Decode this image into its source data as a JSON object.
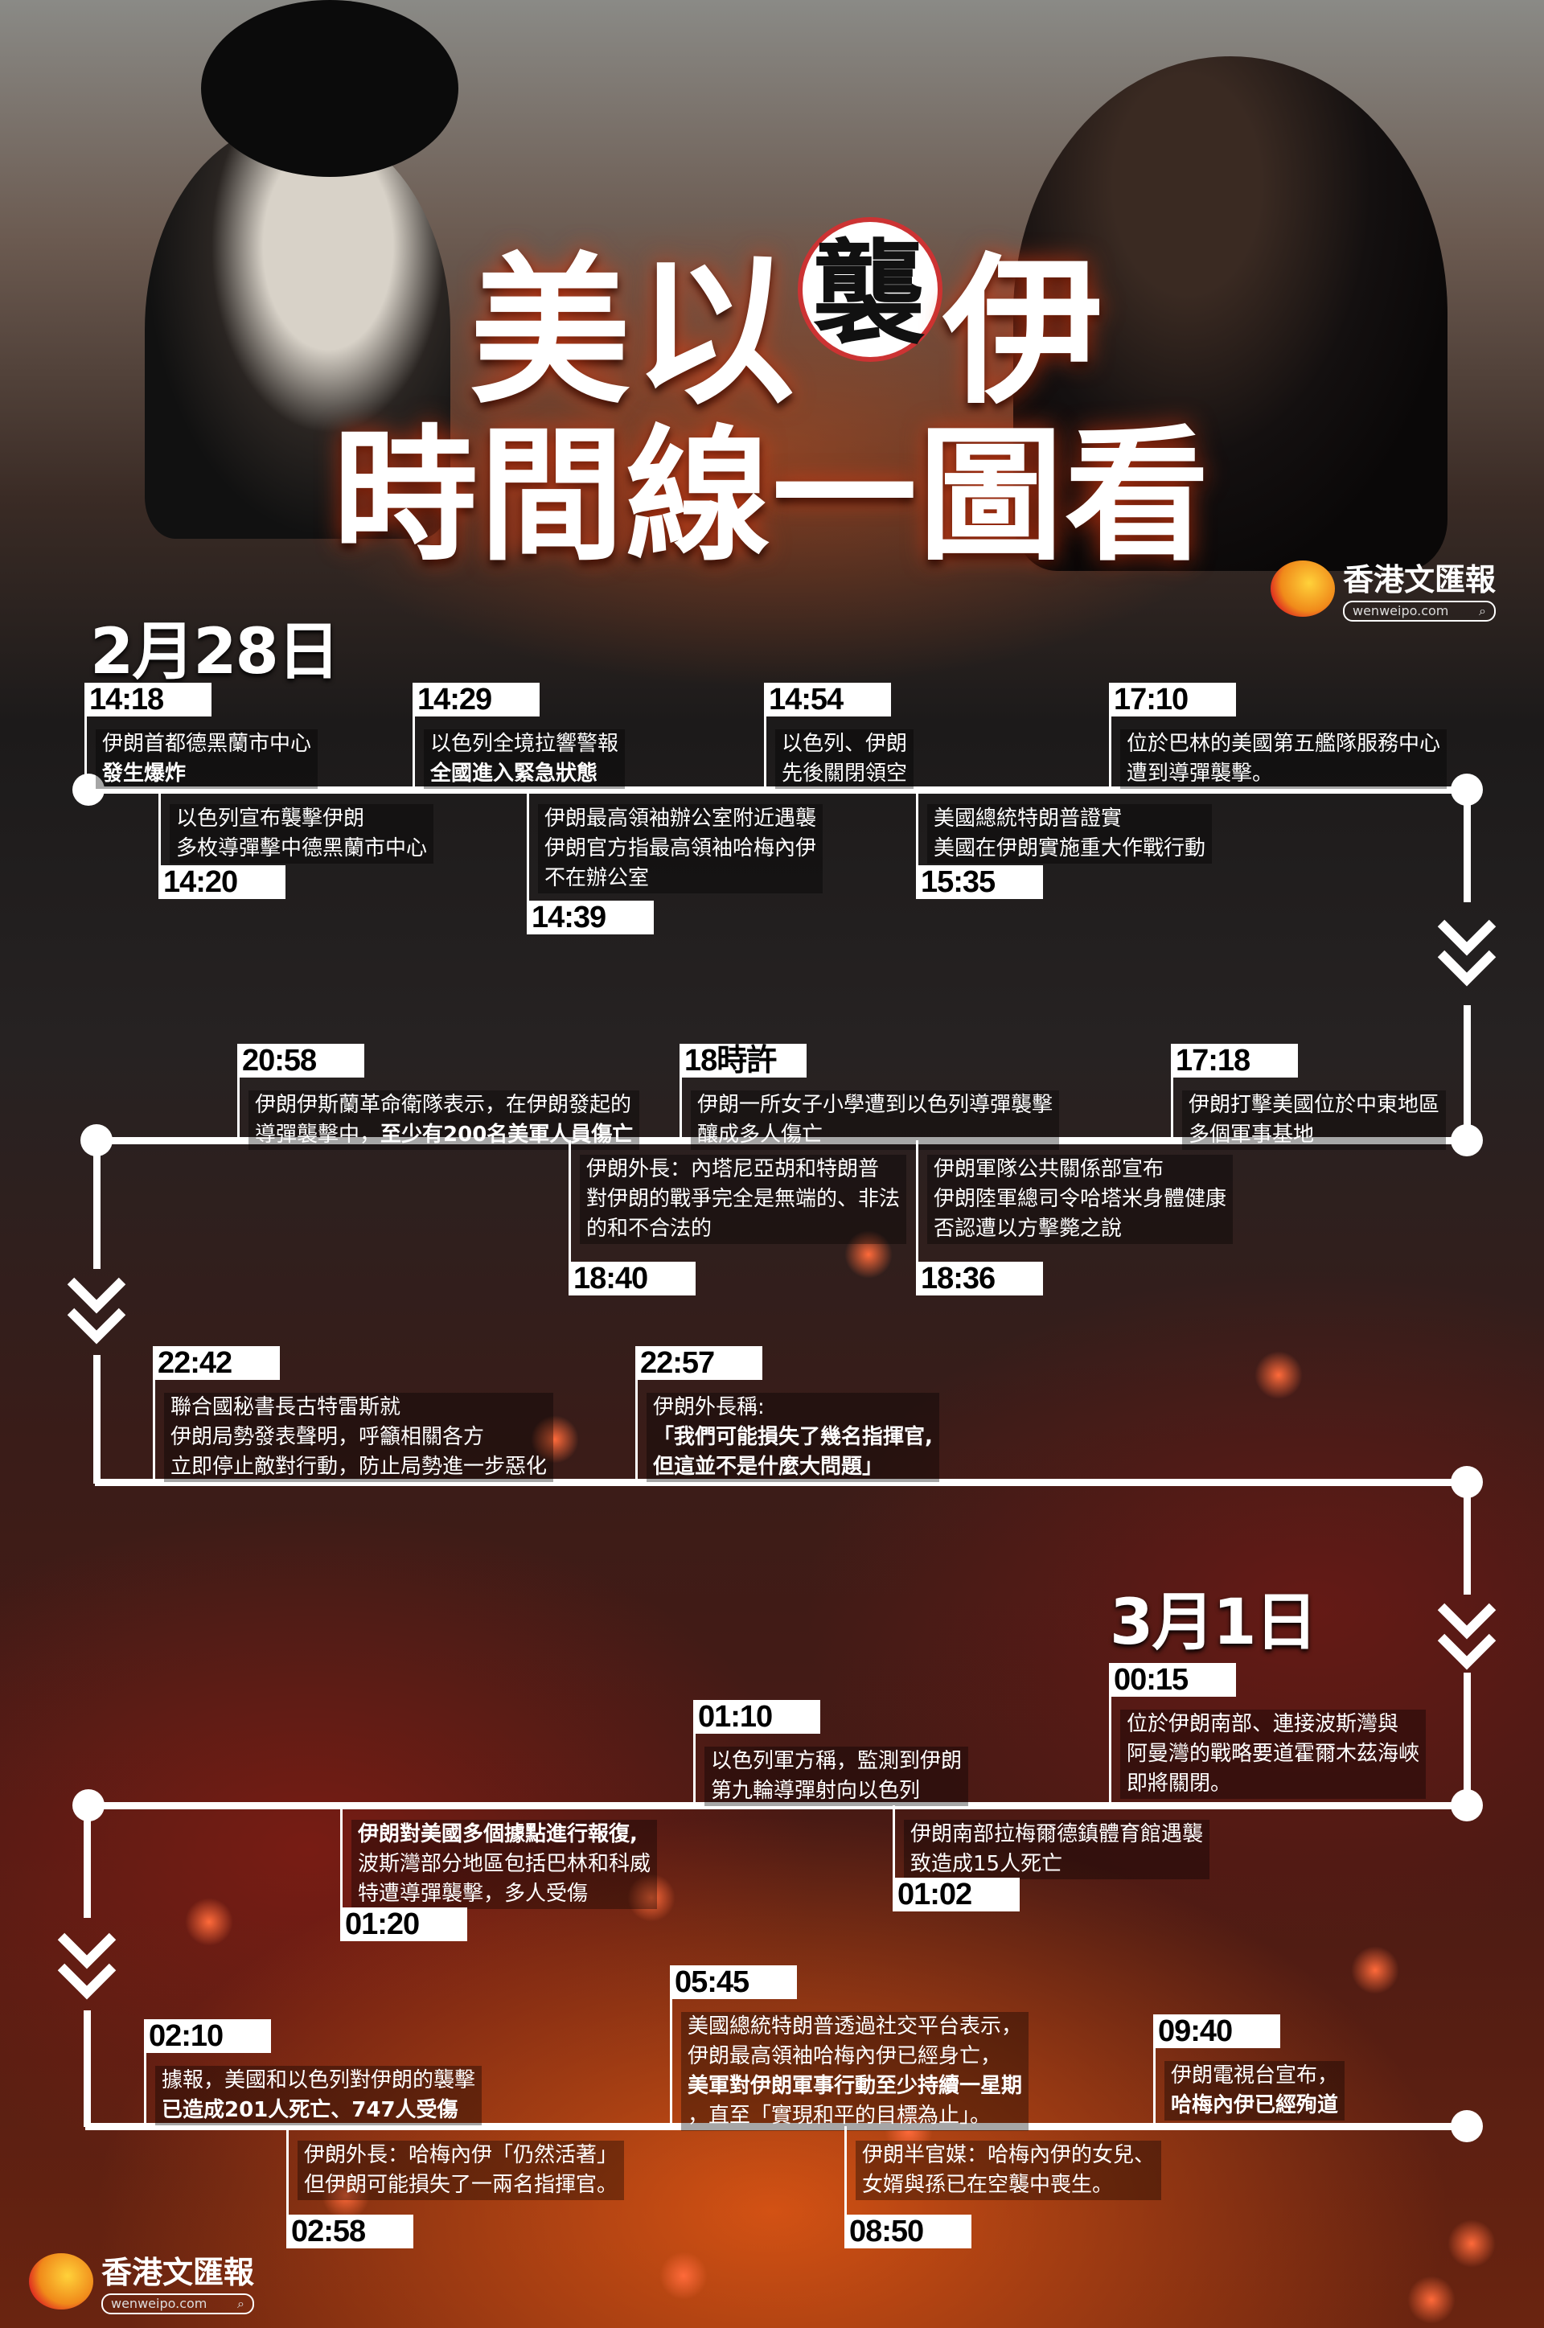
{
  "title": {
    "line1_a": "美以",
    "line1_circle": "襲",
    "line1_b": "伊",
    "line2": "時間線一圖看"
  },
  "brand": {
    "name": "香港文匯報",
    "url": "wenweipo.com",
    "search_icon": "search-icon"
  },
  "dates": [
    "2月28日",
    "3月1日"
  ],
  "colors": {
    "accent": "#ffffff",
    "time_box": "#ffffff",
    "time_text": "#000000"
  },
  "events": [
    {
      "time": "14:18",
      "lines": [
        [
          {
            "t": "伊朗首都德黑蘭市中心"
          }
        ],
        [
          {
            "t": "發生爆炸",
            "b": true
          }
        ]
      ]
    },
    {
      "time": "14:29",
      "lines": [
        [
          {
            "t": "以色列全境拉響警報"
          }
        ],
        [
          {
            "t": "全國進入緊急狀態",
            "b": true
          }
        ]
      ]
    },
    {
      "time": "14:54",
      "lines": [
        [
          {
            "t": "以色列、伊朗"
          }
        ],
        [
          {
            "t": "先後關閉領空"
          }
        ]
      ]
    },
    {
      "time": "17:10",
      "lines": [
        [
          {
            "t": "位於巴林的美國第五艦隊服務中心"
          }
        ],
        [
          {
            "t": "遭到導彈襲擊。"
          }
        ]
      ]
    },
    {
      "time": "14:20",
      "lines": [
        [
          {
            "t": "以色列宣布襲擊伊朗"
          }
        ],
        [
          {
            "t": "多枚導彈擊中德黑蘭市中心"
          }
        ]
      ]
    },
    {
      "time": "14:39",
      "lines": [
        [
          {
            "t": "伊朗最高領袖辦公室附近遇襲"
          }
        ],
        [
          {
            "t": "伊朗官方指最高領袖哈梅內伊"
          }
        ],
        [
          {
            "t": "不在辦公室"
          }
        ]
      ]
    },
    {
      "time": "15:35",
      "lines": [
        [
          {
            "t": "美國總統特朗普證實"
          }
        ],
        [
          {
            "t": "美國在伊朗實施重大作戰行動"
          }
        ]
      ]
    },
    {
      "time": "20:58",
      "lines": [
        [
          {
            "t": "伊朗伊斯蘭革命衛隊表示，在伊朗發起的"
          }
        ],
        [
          {
            "t": "導彈襲擊中，"
          },
          {
            "t": "至少有200名美軍人員傷亡",
            "b": true
          }
        ]
      ]
    },
    {
      "time": "18時許",
      "lines": [
        [
          {
            "t": "伊朗一所女子小學遭到以色列導彈襲擊"
          }
        ],
        [
          {
            "t": "釀成多人傷亡"
          }
        ]
      ]
    },
    {
      "time": "17:18",
      "lines": [
        [
          {
            "t": "伊朗打擊美國位於中東地區"
          }
        ],
        [
          {
            "t": "多個軍事基地"
          }
        ]
      ]
    },
    {
      "time": "18:40",
      "lines": [
        [
          {
            "t": "伊朗外長：內塔尼亞胡和特朗普"
          }
        ],
        [
          {
            "t": "對伊朗的戰爭完全是無端的、非法"
          }
        ],
        [
          {
            "t": "的和不合法的"
          }
        ]
      ]
    },
    {
      "time": "18:36",
      "lines": [
        [
          {
            "t": "伊朗軍隊公共關係部宣布"
          }
        ],
        [
          {
            "t": "伊朗陸軍總司令哈塔米身體健康"
          }
        ],
        [
          {
            "t": "否認遭以方擊斃之說"
          }
        ]
      ]
    },
    {
      "time": "22:42",
      "lines": [
        [
          {
            "t": "聯合國秘書長古特雷斯就"
          }
        ],
        [
          {
            "t": "伊朗局勢發表聲明，呼籲相關各方"
          }
        ],
        [
          {
            "t": "立即停止敵對行動，防止局勢進一步惡化"
          }
        ]
      ]
    },
    {
      "time": "22:57",
      "lines": [
        [
          {
            "t": "伊朗外長稱:"
          }
        ],
        [
          {
            "t": "「我們可能損失了幾名指揮官,",
            "b": true
          }
        ],
        [
          {
            "t": "但這並不是什麼大問題」",
            "b": true
          }
        ]
      ]
    },
    {
      "time": "00:15",
      "lines": [
        [
          {
            "t": "位於伊朗南部、連接波斯灣與"
          }
        ],
        [
          {
            "t": "阿曼灣的戰略要道霍爾木茲海峽"
          }
        ],
        [
          {
            "t": "即將關閉。"
          }
        ]
      ]
    },
    {
      "time": "01:10",
      "lines": [
        [
          {
            "t": "以色列軍方稱，監測到伊朗"
          }
        ],
        [
          {
            "t": "第九輪導彈射向以色列"
          }
        ]
      ]
    },
    {
      "time": "01:20",
      "lines": [
        [
          {
            "t": "伊朗對美國多個據點進行報復,",
            "b": true
          }
        ],
        [
          {
            "t": "波斯灣部分地區包括巴林和科威"
          }
        ],
        [
          {
            "t": "特遭導彈襲擊，多人受傷"
          }
        ]
      ]
    },
    {
      "time": "01:02",
      "lines": [
        [
          {
            "t": "伊朗南部拉梅爾德鎮體育館遇襲"
          }
        ],
        [
          {
            "t": "致造成15人死亡"
          }
        ]
      ]
    },
    {
      "time": "02:10",
      "lines": [
        [
          {
            "t": "據報，美國和以色列對伊朗的襲擊"
          }
        ],
        [
          {
            "t": "已造成201人死亡、747人受傷",
            "b": true
          }
        ]
      ]
    },
    {
      "time": "05:45",
      "lines": [
        [
          {
            "t": "美國總統特朗普透過社交平台表示，"
          }
        ],
        [
          {
            "t": "伊朗最高領袖哈梅內伊已經身亡，"
          }
        ],
        [
          {
            "t": "美軍對伊朗軍事行動至少持續一星期",
            "b": true
          }
        ],
        [
          {
            "t": "，直至「實現和平的目標為止」。"
          }
        ]
      ]
    },
    {
      "time": "09:40",
      "lines": [
        [
          {
            "t": "伊朗電視台宣布，"
          }
        ],
        [
          {
            "t": "哈梅內伊已經殉道",
            "b": true
          }
        ]
      ]
    },
    {
      "time": "02:58",
      "lines": [
        [
          {
            "t": "伊朗外長：哈梅內伊「仍然活著」"
          }
        ],
        [
          {
            "t": "但伊朗可能損失了一兩名指揮官。"
          }
        ]
      ]
    },
    {
      "time": "08:50",
      "lines": [
        [
          {
            "t": "伊朗半官媒：哈梅內伊的女兒、"
          }
        ],
        [
          {
            "t": "女婿與孫已在空襲中喪生。"
          }
        ]
      ]
    }
  ]
}
